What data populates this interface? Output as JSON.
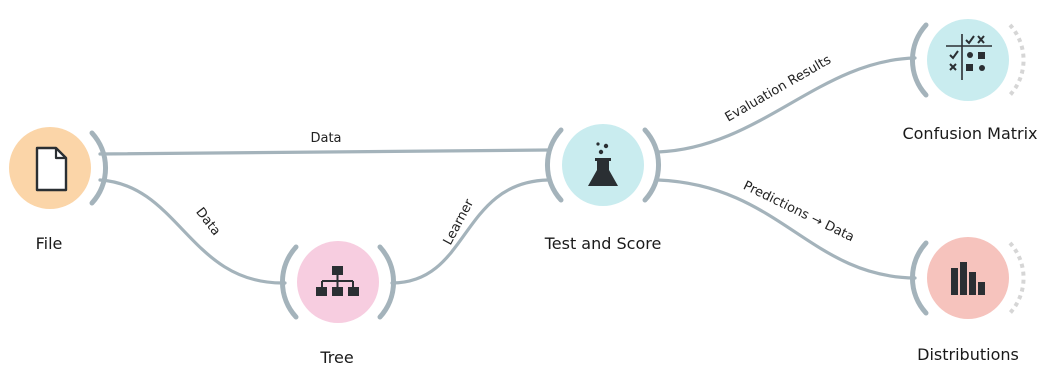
{
  "nodes": {
    "file": {
      "label": "File",
      "icon": "document-icon",
      "color": "#fbd5a8"
    },
    "tree": {
      "label": "Tree",
      "icon": "tree-hierarchy-icon",
      "color": "#f7cde0"
    },
    "test_score": {
      "label": "Test and Score",
      "icon": "flask-icon",
      "color": "#c9ecef"
    },
    "confusion_matrix": {
      "label": "Confusion Matrix",
      "icon": "confusion-grid-icon",
      "color": "#c9ecef"
    },
    "distributions": {
      "label": "Distributions",
      "icon": "bar-chart-icon",
      "color": "#f6c3bd"
    }
  },
  "links": {
    "file_test": "Data",
    "file_tree": "Data",
    "tree_test": "Learner",
    "test_confusion": "Evaluation Results",
    "test_distributions": "Predictions → Data"
  },
  "colors": {
    "link": "#a4b3bb",
    "icon_dark": "#2a2f33"
  }
}
